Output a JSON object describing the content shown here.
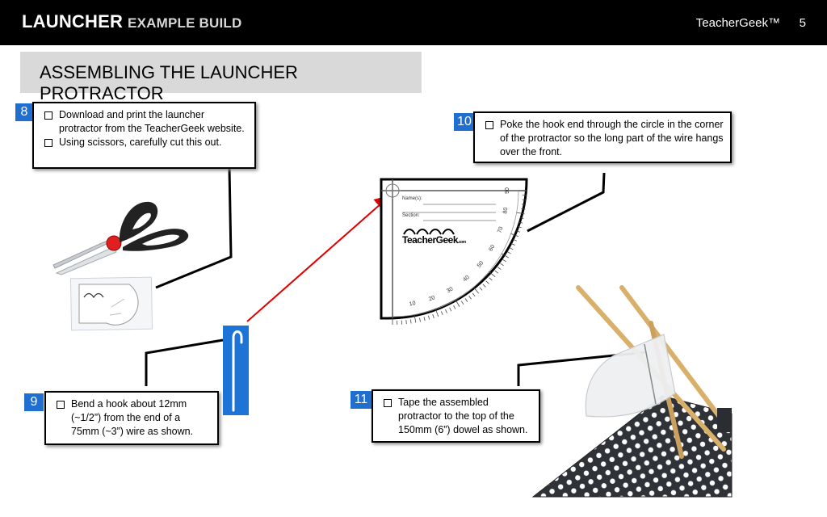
{
  "header": {
    "title": "LAUNCHER",
    "subtitle": "EXAMPLE BUILD",
    "brand": "TeacherGeek™",
    "page": "5"
  },
  "slide": {
    "title": "ASSEMBLING THE LAUNCHER PROTRACTOR"
  },
  "steps": [
    {
      "number": "8",
      "items": [
        "Download and print the launcher protractor from the TeacherGeek website.",
        "Using scissors, carefully cut this out."
      ]
    },
    {
      "number": "9",
      "items": [
        "Bend a hook about 12mm (~1/2”) from the end of a 75mm (~3”) wire as shown."
      ]
    },
    {
      "number": "10",
      "items": [
        "Poke the hook end through the circle in the corner of the protractor so the long part of the wire hangs over the front."
      ]
    },
    {
      "number": "11",
      "items": [
        "Tape the assembled protractor to the top of the 150mm (6”) dowel as shown."
      ]
    }
  ],
  "protractor": {
    "name_label": "Name(s):",
    "section_label": "Section:",
    "logo_text": "TeacherGeek",
    "logo_suffix": ".com",
    "tick_labels": [
      "10",
      "20",
      "30",
      "40",
      "50",
      "60",
      "70",
      "80",
      "90"
    ]
  },
  "colors": {
    "header_bg": "#000000",
    "title_bg": "#d9d9d9",
    "step_badge": "#1f6fd1",
    "arrow": "#e00000"
  }
}
